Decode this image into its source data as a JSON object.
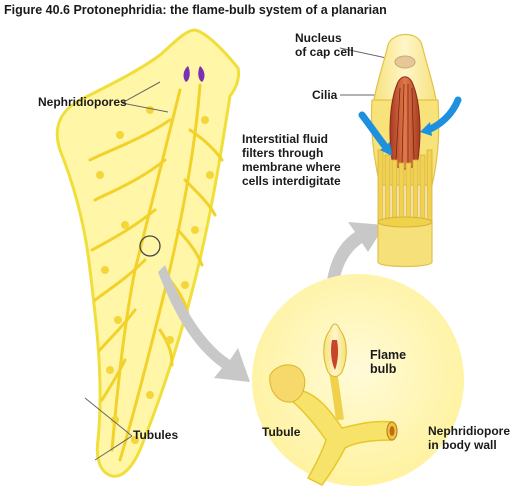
{
  "figure": {
    "title": "Figure 40.6  Protonephridia: the flame-bulb system of a planarian"
  },
  "labels": {
    "nephridiopores": "Nephridiopores",
    "tubules": "Tubules",
    "nucleus_line1": "Nucleus",
    "nucleus_line2": "of cap cell",
    "cilia": "Cilia",
    "interstitial_line1": "Interstitial fluid",
    "interstitial_line2": "filters through",
    "interstitial_line3": "membrane where",
    "interstitial_line4": "cells interdigitate",
    "flame_line1": "Flame",
    "flame_line2": "bulb",
    "tubule": "Tubule",
    "nephridiopore_line1": "Nephridiopore",
    "nephridiopore_line2": "in body wall"
  },
  "colors": {
    "body_fill": "#fff6a8",
    "body_outline": "#f0de3a",
    "tubule_color": "#f2d22a",
    "pore_purple": "#7a2fb5",
    "flow_arrow_blue": "#1e90e0",
    "cilia_red": "#c8442c",
    "grey_arrow": "#c8c8c8"
  }
}
